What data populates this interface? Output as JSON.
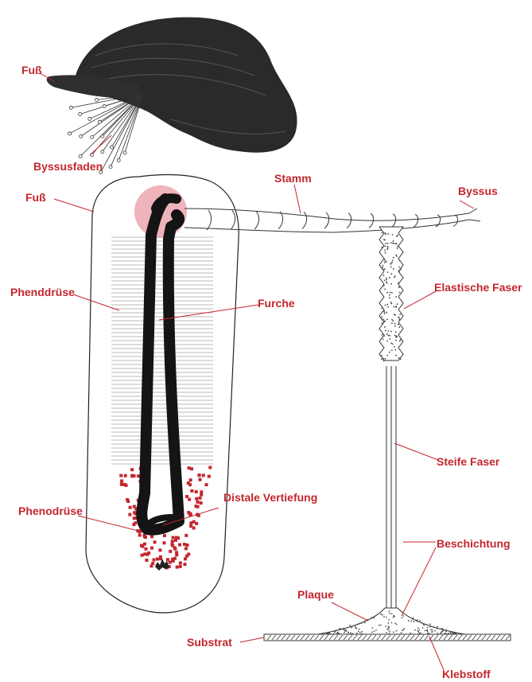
{
  "colors": {
    "label": "#c4262e",
    "ink": "#1e1e1e",
    "gland_red": "#c4262e",
    "gland_pink": "#e89aa4"
  },
  "labels": {
    "fuss_top": "Fuß",
    "byssusfaden": "Byssusfaden",
    "fuss_foot": "Fuß",
    "stamm": "Stamm",
    "byssus": "Byssus",
    "phenddruese": "Phenddrüse",
    "furche": "Furche",
    "elastische_faser": "Elastische Faser",
    "steife_faser": "Steife Faser",
    "distale_vertiefung": "Distale Vertiefung",
    "phenodruese": "Phenodrüse",
    "beschichtung": "Beschichtung",
    "plaque": "Plaque",
    "substrat": "Substrat",
    "klebstoff": "Klebstoff"
  }
}
